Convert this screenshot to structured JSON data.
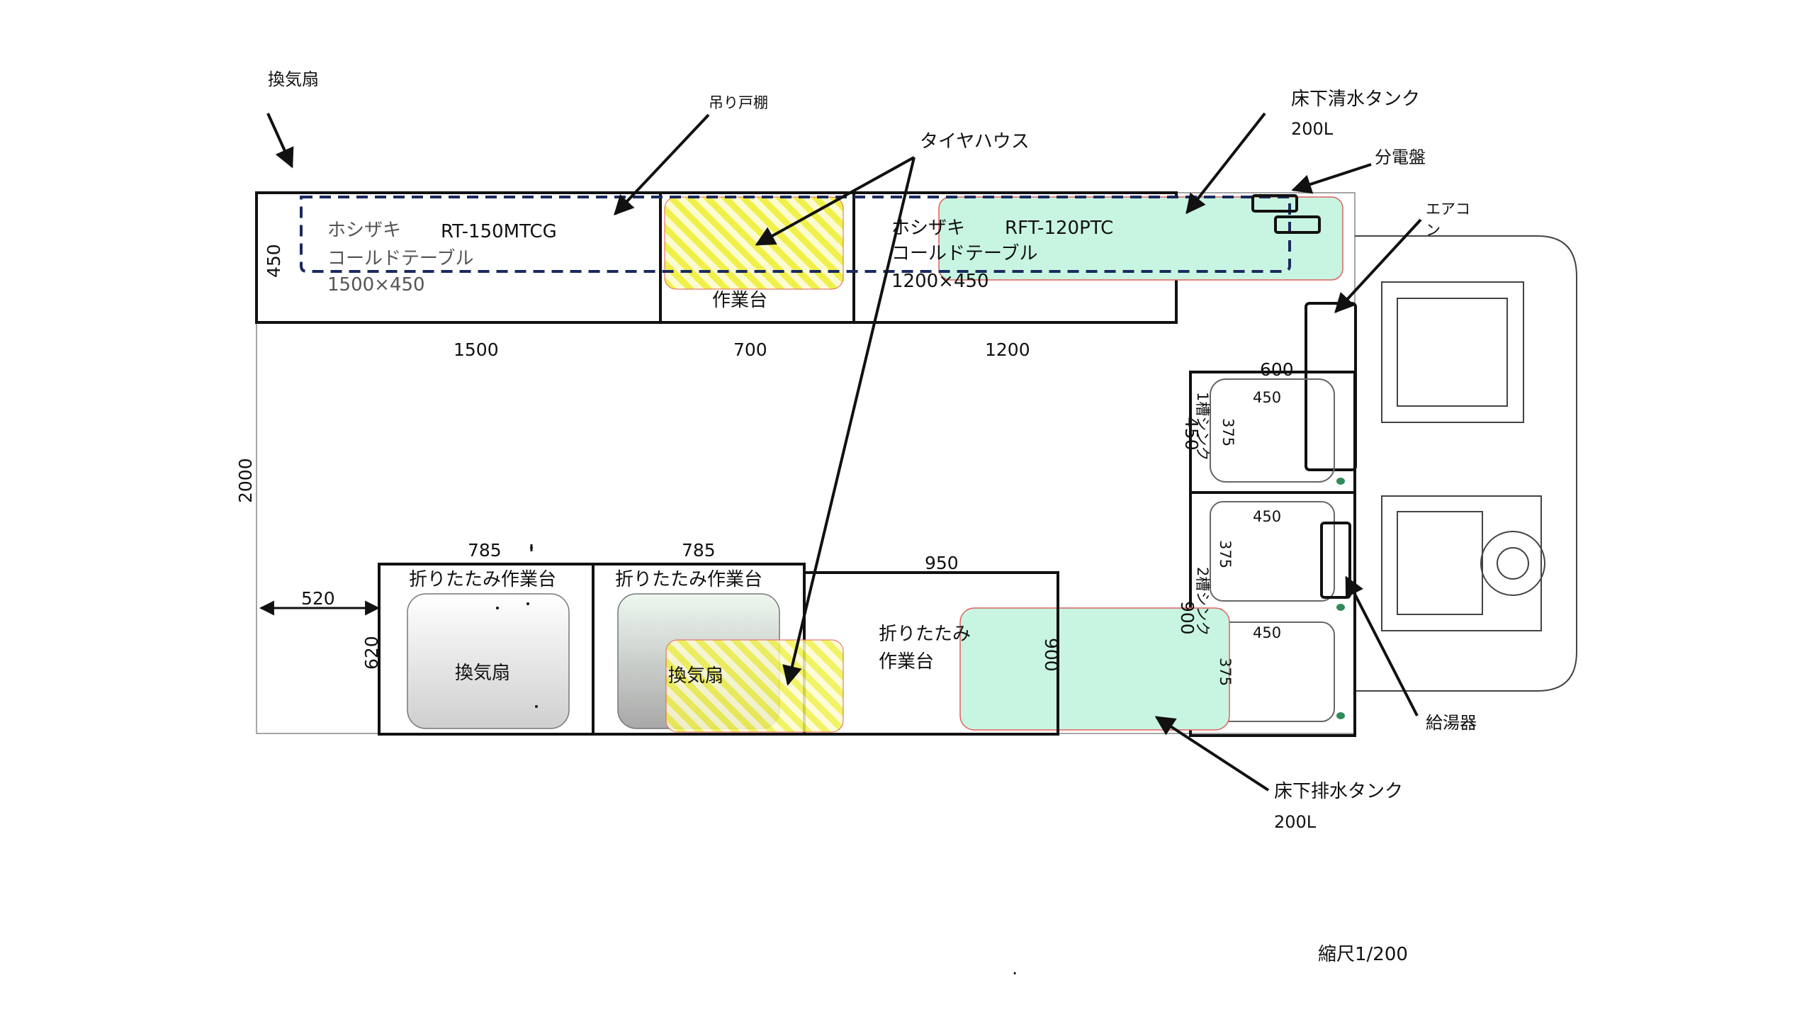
{
  "labels": {
    "vent_top": "換気扇",
    "hanging_shelf": "吊り戸棚",
    "tire_house": "タイヤハウス",
    "fresh_tank": "床下清水タンク",
    "fresh_tank_cap": "200L",
    "breaker": "分電盤",
    "aircon": "エアコン",
    "water_heater": "給湯器",
    "waste_tank": "床下排水タンク",
    "waste_tank_cap": "200L",
    "scale": "縮尺1/200",
    "dot": "."
  },
  "cold_table_1": {
    "maker": "ホシザキ",
    "model": "RT-150MTCG",
    "name": "コールドテーブル",
    "size": "1500×450"
  },
  "cold_table_2": {
    "maker": "ホシザキ",
    "model": "RFT-120PTC",
    "name": "コールドテーブル",
    "size": "1200×450"
  },
  "work_table": "作業台",
  "folding_table_1": "折りたたみ作業台",
  "folding_table_2": "折りたたみ作業台",
  "folding_table_3_line1": "折りたたみ",
  "folding_table_3_line2": "作業台",
  "vent_1": "換気扇",
  "vent_2": "換気扇",
  "sink_1": "1槽シンク",
  "sink_2": "2槽シンク",
  "dimensions": {
    "d1500": "1500",
    "d700": "700",
    "d1200": "1200",
    "d450_left": "450",
    "d2000": "2000",
    "d520": "520",
    "d620": "620",
    "d785a": "785",
    "d785b": "785",
    "d950": "950",
    "d900_table": "900",
    "d600_top": "600",
    "d450_sink_side": "450",
    "d900_sink_side": "900",
    "s1_450": "450",
    "s1_375": "375",
    "s2_450": "450",
    "s2_375": "375",
    "s3_450": "450",
    "s3_375": "375"
  },
  "colors": {
    "tank_fill": "#c8f5e1",
    "tank_stroke": "#e06060",
    "tire_yellow": "#f2f25a",
    "dashed_navy": "#1a2a5e",
    "outline": "#111111"
  }
}
